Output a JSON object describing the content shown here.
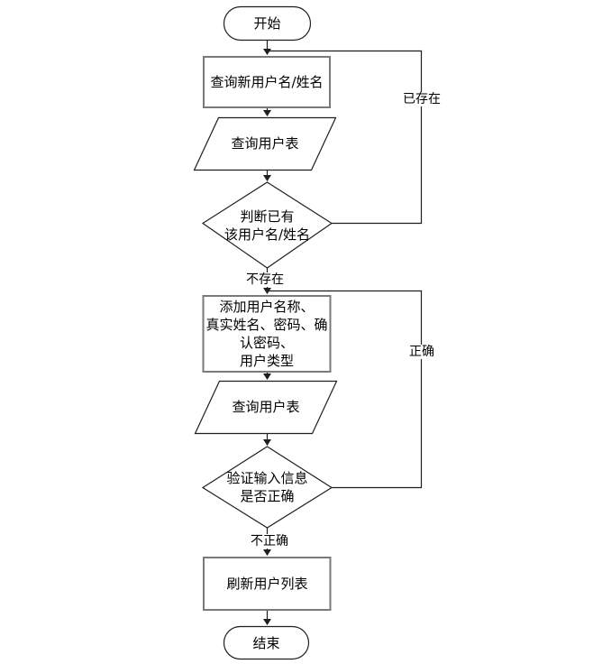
{
  "diagram": {
    "nodes": {
      "start": {
        "type": "terminator",
        "label": "开始"
      },
      "query_new_user": {
        "type": "process",
        "label": "查询新用户名/姓名"
      },
      "query_user_table_1": {
        "type": "data-io",
        "label": "查询用户表"
      },
      "check_user_exists": {
        "type": "decision",
        "line1": "判断已有",
        "line2": "该用户名/姓名"
      },
      "add_user_info": {
        "type": "process",
        "line1": "添加用户名称、",
        "line2": "真实姓名、密码、确",
        "line3": "认密码、",
        "line4": "用户类型"
      },
      "query_user_table_2": {
        "type": "data-io",
        "label": "查询用户表"
      },
      "validate_input": {
        "type": "decision",
        "line1": "验证输入信息",
        "line2": "是否正确"
      },
      "refresh_user_list": {
        "type": "process",
        "label": "刷新用户列表"
      },
      "end": {
        "type": "terminator",
        "label": "结束"
      }
    },
    "edge_labels": {
      "already_exists": "已存在",
      "not_exists": "不存在",
      "correct": "正确",
      "incorrect": "不正确"
    },
    "colors": {
      "background": "#ffffff",
      "line": "#1f1f1f",
      "process_border": "#7a7a7a",
      "shape_fill": "#ffffff",
      "text": "#000000"
    }
  }
}
